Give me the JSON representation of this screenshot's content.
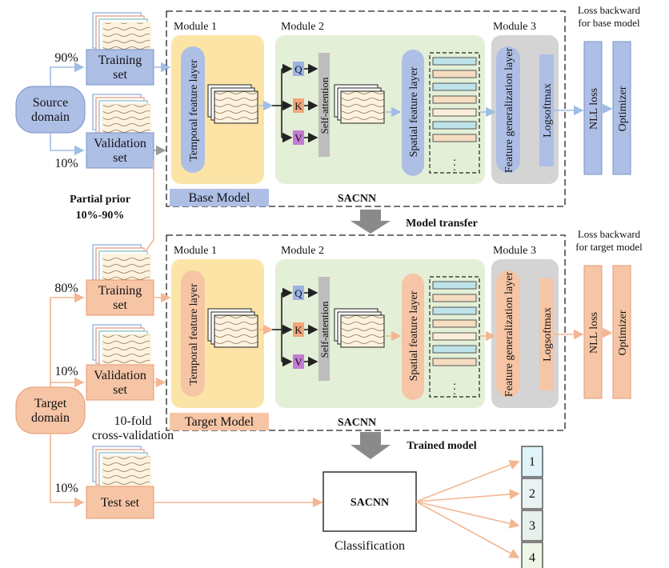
{
  "colors": {
    "source_blue": "#aebfe6",
    "source_blue_dark": "#7b91c9",
    "target_orange": "#f6c5a6",
    "target_orange_dark": "#e59a72",
    "module1_yellow": "#fbe4a6",
    "module2_green": "#e3efd6",
    "module3_gray": "#d4d4d4",
    "q_blue": "#9db3e3",
    "k_orange": "#f2a57a",
    "v_purple": "#c27bd3",
    "arrow_gray": "#8a8a8a"
  },
  "icons": [
    "eeg-signal-stack-icon",
    "feature-map-icon",
    "arrow-icon"
  ],
  "source_domain": {
    "label": "Source\ndomain",
    "training_pct": "90%",
    "training_label": "Training\nset",
    "validation_pct": "10%",
    "validation_label": "Validation\nset"
  },
  "partial_prior": {
    "line1": "Partial prior",
    "line2": "10%-90%"
  },
  "target_domain": {
    "label": "Target\ndomain",
    "training_pct": "80%",
    "training_label": "Training\nset",
    "validation_pct": "10%",
    "validation_label": "Validation\nset",
    "cross_validation": "10-fold\ncross-validation",
    "test_pct": "10%",
    "test_label": "Test set"
  },
  "base_panel": {
    "module1": "Module 1",
    "module2": "Module 2",
    "module3": "Module 3",
    "temporal": "Temporal feature layer",
    "q": "Q",
    "k": "K",
    "v": "V",
    "self_attention": "Self-attention",
    "spatial": "Spatial feature layer",
    "feature_gen": "Feature generalization layer",
    "logsoftmax": "Logsoftmax",
    "nll_loss": "NLL loss",
    "optimizer": "Optimizer",
    "loss_caption": "Loss backward\nfor base model",
    "model_tag": "Base Model",
    "sacnn": "SACNN"
  },
  "target_panel": {
    "module1": "Module 1",
    "module2": "Module 2",
    "module3": "Module 3",
    "temporal": "Temporal feature layer",
    "q": "Q",
    "k": "K",
    "v": "V",
    "self_attention": "Self-attention",
    "spatial": "Spatial feature layer",
    "feature_gen": "Feature generalization layer",
    "logsoftmax": "Logsoftmax",
    "nll_loss": "NLL loss",
    "optimizer": "Optimizer",
    "loss_caption": "Loss backward\nfor target model",
    "model_tag": "Target Model",
    "sacnn": "SACNN"
  },
  "transfer_label": "Model transfer",
  "trained_label": "Trained  model",
  "classification": {
    "box": "SACNN",
    "caption": "Classification"
  },
  "classes": [
    "1",
    "2",
    "3",
    "4"
  ],
  "dots": "."
}
